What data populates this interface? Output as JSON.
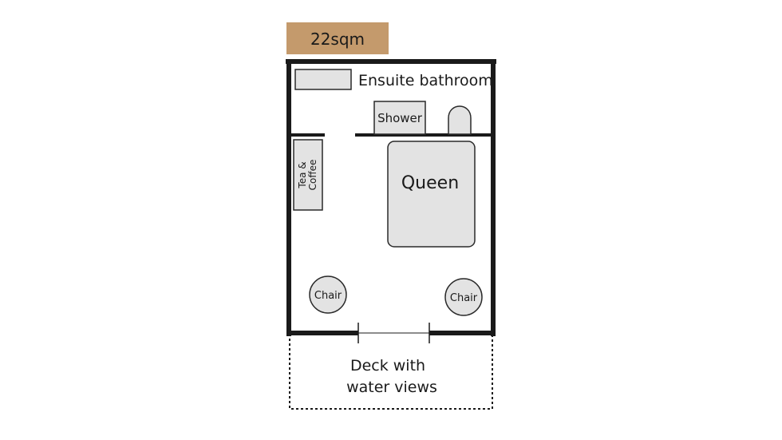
{
  "area_badge": {
    "label": "22sqm",
    "color": "#c49a6c"
  },
  "rooms": {
    "ensuite": "Ensuite bathroom",
    "shower": "Shower",
    "bed": "Queen",
    "tea_line1": "Tea &",
    "tea_line2": "Coffee",
    "chair_left": "Chair",
    "chair_right": "Chair"
  },
  "deck": {
    "line1": "Deck with",
    "line2": "water views"
  },
  "colors": {
    "wall": "#1a1a1a",
    "fixture_fill": "#e3e3e3",
    "fixture_stroke": "#2a2a2a"
  }
}
